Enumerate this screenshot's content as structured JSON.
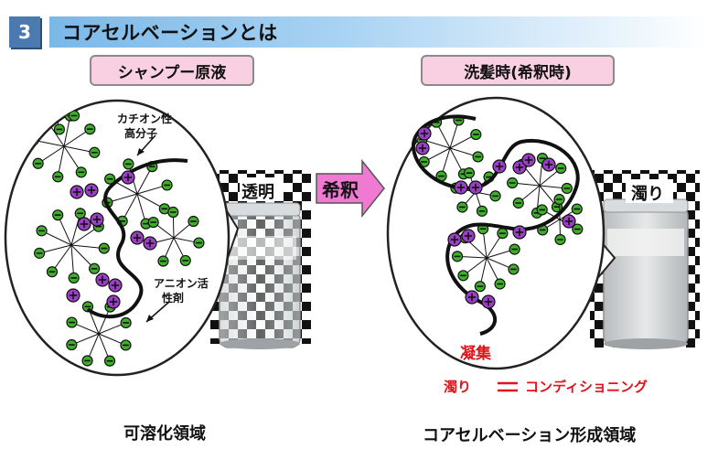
{
  "header": {
    "number": "3",
    "title": "コアセルベーションとは"
  },
  "left": {
    "box_label": "シャンプー原液",
    "cationic_label_1": "カチオン性",
    "cationic_label_2": "高分子",
    "anionic_label_1": "アニオン活",
    "anionic_label_2": "性剤",
    "bottle_label": "透明",
    "region_label": "可溶化領域"
  },
  "arrow": {
    "label": "希釈"
  },
  "right": {
    "box_label": "洗髪時(希釈時)",
    "bottle_label": "濁り",
    "aggregation_label": "凝集",
    "equation_left": "濁り",
    "equation_symbol": "＝",
    "equation_right": "コンディショニング",
    "region_label": "コアセルベーション形成領域"
  },
  "colors": {
    "header_accent": "#4a7ab0",
    "pink_box": "#f9d0e2",
    "arrow_fill": "#f07ad2",
    "anion_green": "#3fae2a",
    "cation_purple": "#9b3fc7",
    "highlight_red": "#e0121a"
  }
}
